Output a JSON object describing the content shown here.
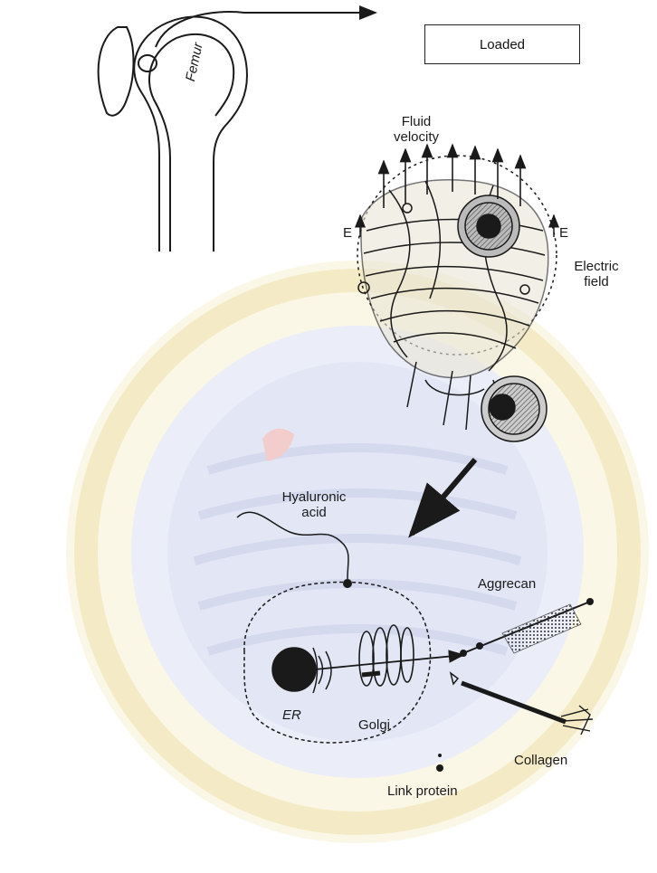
{
  "labels": {
    "loaded": "Loaded",
    "femur": "Femur",
    "fluid_velocity_line1": "Fluid",
    "fluid_velocity_line2": "velocity",
    "electric_field_line1": "Electric",
    "electric_field_line2": "field",
    "e_left": "E",
    "e_right": "E",
    "hyaluronic_line1": "Hyaluronic",
    "hyaluronic_line2": "acid",
    "aggrecan": "Aggrecan",
    "er": "ER",
    "golgi": "Golgi",
    "collagen": "Collagen",
    "link_protein": "Link protein"
  },
  "colors": {
    "ink": "#1a1a1a",
    "watermark_blue": "#dfe3f4",
    "watermark_gold": "#f7efcf",
    "watermark_red": "#f1c4c4"
  }
}
